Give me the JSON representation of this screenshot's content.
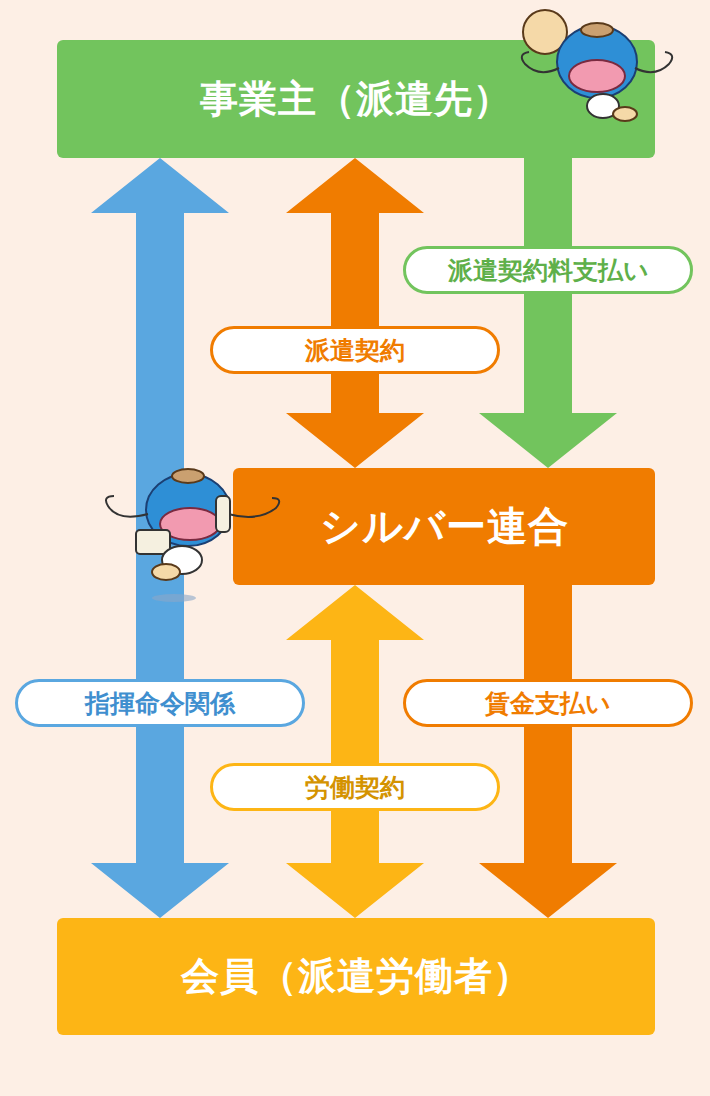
{
  "diagram": {
    "nodes": [
      {
        "text": [
          "事業主（派遣先）"
        ]
      },
      {
        "text": [
          "シルバー連合"
        ]
      },
      {
        "text": [
          "会員（派遣労働者）"
        ]
      }
    ],
    "edges": [
      {
        "from": 0,
        "to": 1,
        "arrow": "both",
        "label": "派遣契約"
      },
      {
        "from": 0,
        "to": 1,
        "arrow": "to",
        "label": "派遣契約料支払い"
      },
      {
        "from": 0,
        "to": 2,
        "arrow": "both",
        "label": "指揮命令関係"
      },
      {
        "from": 1,
        "to": 2,
        "arrow": "both",
        "label": "労働契約"
      },
      {
        "from": 1,
        "to": 2,
        "arrow": "to",
        "label": "賃金支払い"
      }
    ]
  }
}
